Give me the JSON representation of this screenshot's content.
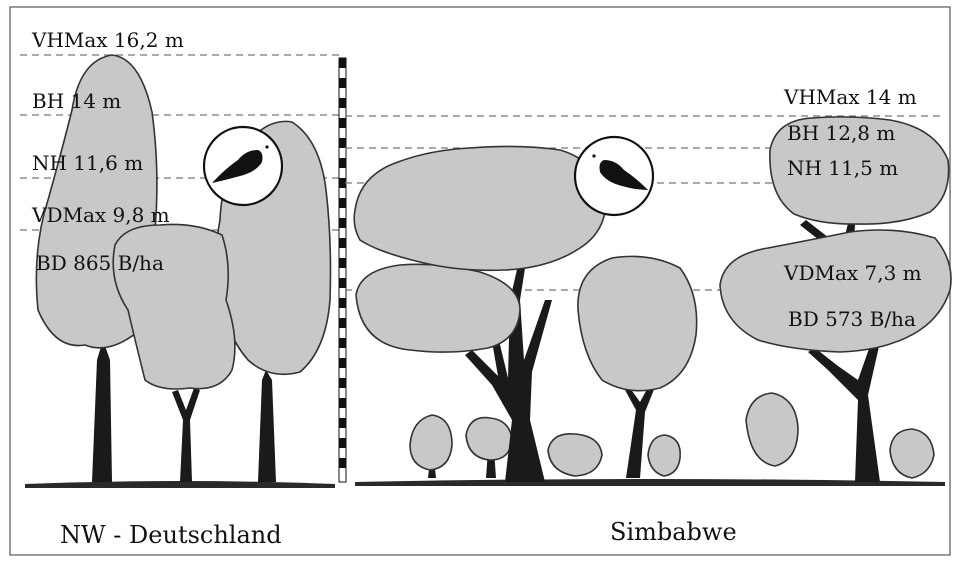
{
  "regions": [
    {
      "name": "NW - Deutschland",
      "labels": {
        "vhmax": "VHMax 16,2 m",
        "bh": "BH 14 m",
        "nh": "NH 11,6 m",
        "vdmax": "VDMax 9,8 m",
        "bd": "BD 865 B/ha"
      }
    },
    {
      "name": "Simbabwe",
      "labels": {
        "vhmax": "VHMax 14 m",
        "bh": "BH 12,8 m",
        "nh": "NH 11,5 m",
        "vdmax": "VDMax 7,3 m",
        "bd": "BD 573 B/ha"
      }
    }
  ],
  "icons": [
    "bird-icon"
  ]
}
